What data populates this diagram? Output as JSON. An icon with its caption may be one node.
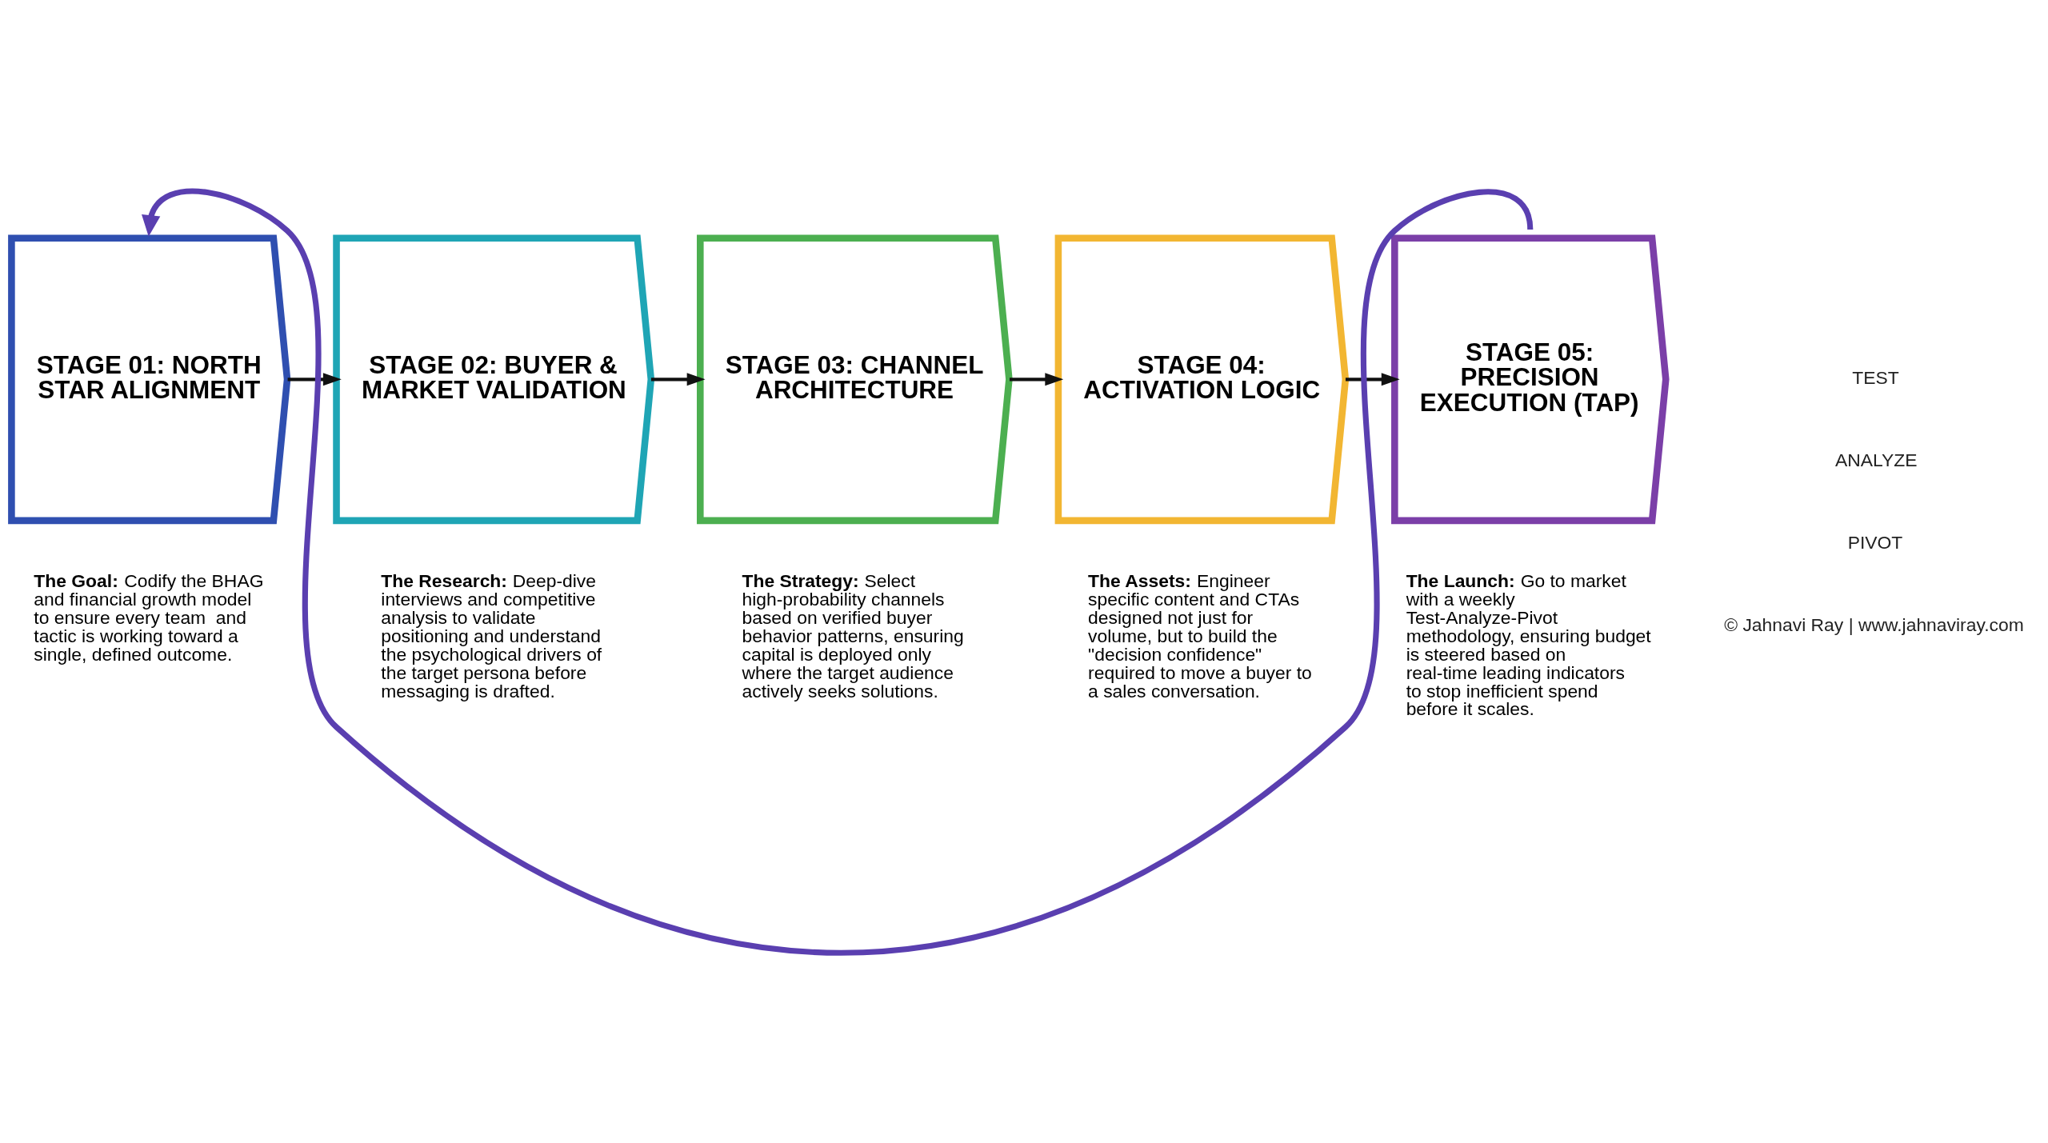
{
  "diagram": {
    "nodes": [
      {
        "text": [
          "STAGE 01: NORTH STAR ALIGNMENT"
        ],
        "beside": [
          "**The Goal:** Codify the BHAG and financial growth model to ensure every team  and tactic is working toward a single, defined outcome."
        ]
      },
      {
        "text": [
          "STAGE 02: BUYER & MARKET VALIDATION"
        ],
        "beside": [
          "**The Research:** Deep-dive interviews and competitive analysis to validate positioning and understand the psychological drivers of the target persona before messaging is drafted."
        ]
      },
      {
        "text": [
          "STAGE 03: CHANNEL ARCHITECTURE"
        ],
        "beside": [
          "**The Strategy:** Select high-probability channels based on verified buyer behavior patterns, ensuring capital is deployed only where the target audience actively seeks solutions."
        ]
      },
      {
        "text": [
          "STAGE 04: ACTIVATION LOGIC"
        ],
        "beside": [
          "**The Assets:** Engineer specific content and CTAs designed not just for volume, but to build the \"decision confidence\" required to move a buyer to a sales conversation."
        ]
      },
      {
        "text": [
          "STAGE 05: PRECISION EXECUTION (TAP)"
        ],
        "beside": [
          "**The Launch:** Go to market with a weekly Test-Analyze-Pivot methodology, ensuring budget is steered based on real-time leading indicators to stop inefficient spend before it scales."
        ]
      }
    ],
    "edges": [
      {
        "from": 0,
        "to": 1,
        "arrow": "to"
      },
      {
        "from": 1,
        "to": 2,
        "arrow": "to"
      },
      {
        "from": 2,
        "to": 3,
        "arrow": "to"
      },
      {
        "from": 3,
        "to": 4,
        "arrow": "to"
      },
      {
        "from": 4,
        "to": 0,
        "arrow": "to",
        "color": "#5a3fb0"
      }
    ],
    "labels": [
      "TEST",
      "ANALYZE",
      "PIVOT",
      "© Jahnavi Ray | www.jahnaviray.com"
    ]
  }
}
